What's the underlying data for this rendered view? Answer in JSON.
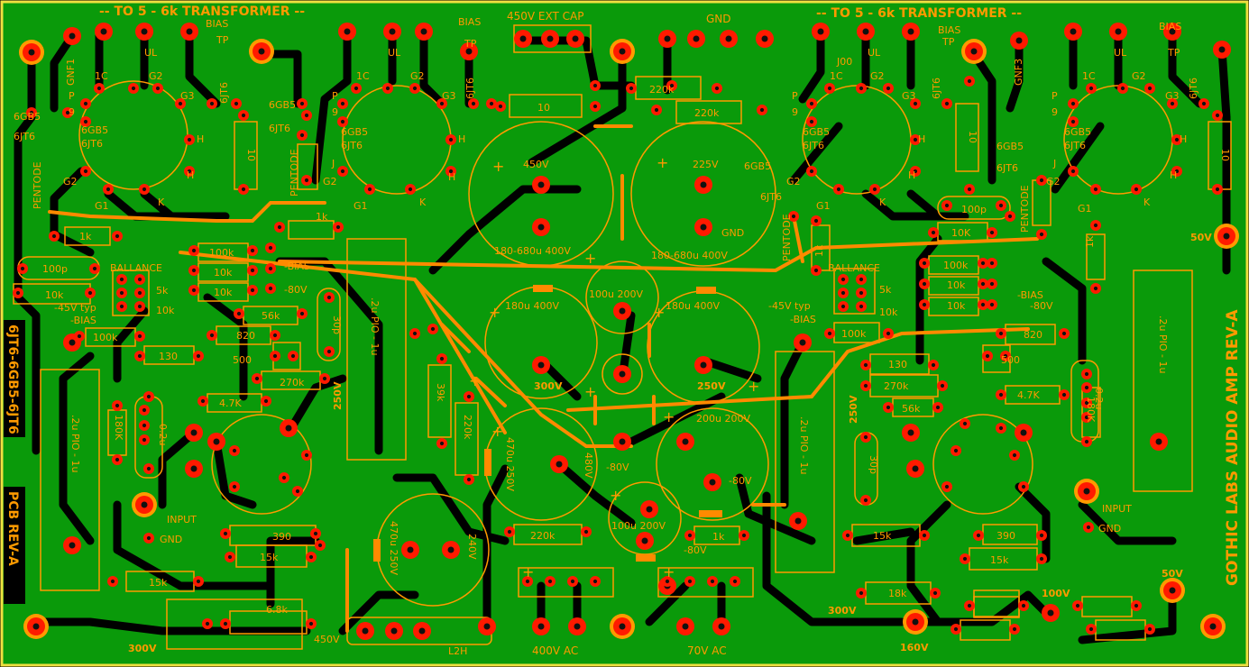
{
  "colors": {
    "board": "#0a9a0a",
    "edge": "#f0e040",
    "trace": "#000000",
    "pad": "#ff1a00",
    "silk": "#ff9a00",
    "silkDark": "#e07b00",
    "hole": "#111111"
  },
  "header": {
    "left_transformer": "-- TO 5 - 6k  TRANSFORMER --",
    "right_transformer": "-- TO 5 - 6k  TRANSFORMER --",
    "ext_cap": "450V  EXT CAP",
    "gnd_top": "GND",
    "bias": "BIAS",
    "tp": "TP",
    "ul": "UL",
    "gnf1": "GNF1",
    "gnf3": "GNF3",
    "j00": "J00"
  },
  "side_text": {
    "right": "GOTHIC LABS AUDIO AMP REV-A",
    "left_top": "6JT6-6GB5-6JT6",
    "left_bottom": "PCB REV-A"
  },
  "tube_pins": {
    "p1c": "1C",
    "p9": "9",
    "pP": "P",
    "g2": "G2",
    "g3": "G3",
    "h": "H",
    "k": "K",
    "g1": "G1",
    "j": "J",
    "gb5": "6GB5",
    "jt6": "6JT6",
    "pentode": "PENTODE"
  },
  "caps": {
    "c1": "450V",
    "c1b": "180-680u 400V",
    "c2": "225V",
    "c2b": "180-680u 400V",
    "c2gnd": "GND",
    "c3": "180u 400V",
    "c4": "180u 400V",
    "c5": "100u 200V",
    "c6": "470u 250V",
    "c6b": "480V",
    "c7": "470u 250V",
    "c7b": "240V",
    "c8": "200u 200V",
    "c9": "100u 200V",
    "pio": ".2u PIO - 1u",
    "p100": "100p",
    "p30": "30p",
    "p02": "0.2u"
  },
  "resistors": {
    "r220k": "220k",
    "r10": "10",
    "r1k": "1k",
    "r100k": "100k",
    "r10k": "10k",
    "r5k": "5k",
    "r56k": "56k",
    "r820": "820",
    "r130": "130",
    "r500": "500",
    "r270k": "270k",
    "r47k": "4.7K",
    "r180k": "180K",
    "r39k": "39k",
    "r390": "390",
    "r15k": "15k",
    "r68k": "6.8k",
    "r18k": "18k",
    "r10K": "10K"
  },
  "labels": {
    "ballance": "BALLANCE",
    "minus_bias": "-BIAS",
    "minus80": "-80V",
    "minus45": "-45V typ",
    "v250": "250V",
    "v300": "300V",
    "v50": "50V",
    "v100": "100V",
    "v160": "160V",
    "v450": "450V",
    "input": "INPUT",
    "gnd": "GND",
    "l2h": "L2H",
    "ac400": "400V AC",
    "ac70": "70V AC"
  }
}
